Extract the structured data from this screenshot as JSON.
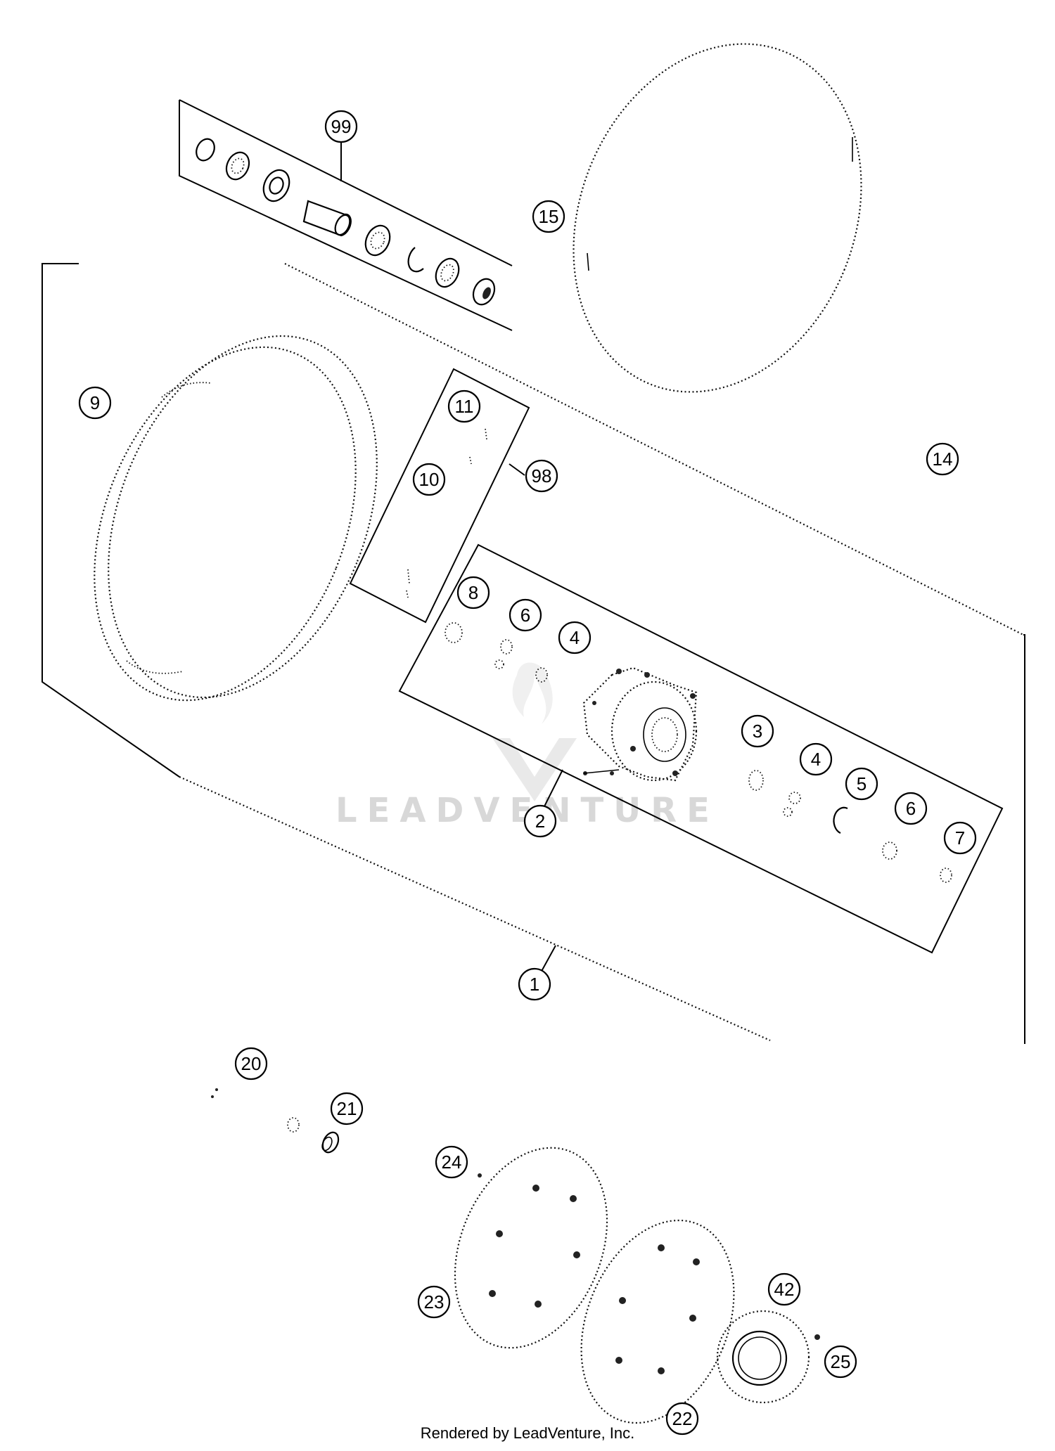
{
  "watermark": "LEADVENTURE",
  "footer": "Rendered by LeadVenture, Inc.",
  "callouts": {
    "c1": "1",
    "c2": "2",
    "c3": "3",
    "c4a": "4",
    "c4b": "4",
    "c5": "5",
    "c6a": "6",
    "c6b": "6",
    "c7": "7",
    "c8": "8",
    "c9": "9",
    "c10": "10",
    "c11": "11",
    "c14": "14",
    "c15": "15",
    "c20": "20",
    "c21": "21",
    "c22": "22",
    "c23": "23",
    "c24": "24",
    "c25": "25",
    "c42": "42",
    "c98": "98",
    "c99": "99"
  }
}
